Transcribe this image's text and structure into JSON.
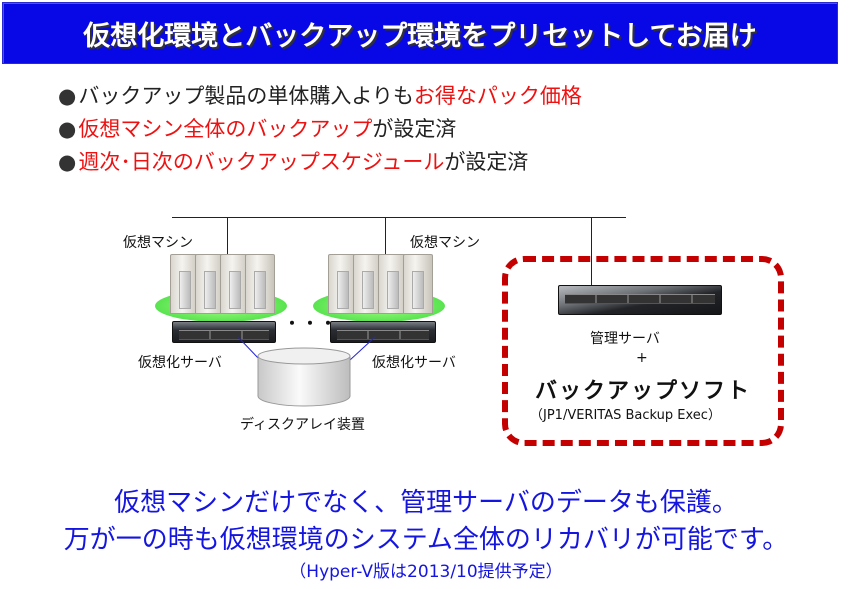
{
  "title": "仮想化環境とバックアップ環境をプリセットしてお届け",
  "bullets": [
    {
      "marker": "●",
      "parts": [
        {
          "text": "バックアップ製品の単体購入よりも",
          "color": "black"
        },
        {
          "text": "お得なパック価格",
          "color": "red"
        }
      ]
    },
    {
      "marker": "●",
      "parts": [
        {
          "text": "仮想マシン全体のバックアップ",
          "color": "red"
        },
        {
          "text": "が設定済",
          "color": "black"
        }
      ]
    },
    {
      "marker": "●",
      "parts": [
        {
          "text": "週次･日次のバックアップスケジュール",
          "color": "red"
        },
        {
          "text": "が設定済",
          "color": "black"
        }
      ]
    }
  ],
  "diagram": {
    "vm_label_left": "仮想マシン",
    "vm_label_right": "仮想マシン",
    "ellipsis": "・・・",
    "virt_server_left": "仮想化サーバ",
    "virt_server_right": "仮想化サーバ",
    "disk_array": "ディスクアレイ装置",
    "mgmt_server": "管理サーバ",
    "plus": "+",
    "backup_soft": "バックアップソフト",
    "backup_product": "（JP1/VERITAS Backup Exec）"
  },
  "footer": {
    "line1": "仮想マシンだけでなく、管理サーバのデータも保護。",
    "line2": "万が一の時も仮想環境のシステム全体のリカバリが可能です。",
    "note": "（Hyper-V版は2013/10提供予定）"
  },
  "colors": {
    "title_bg": "#0808e6",
    "accent_red": "#ee1111",
    "box_red": "#c40000",
    "footer_blue": "#1515e0"
  }
}
